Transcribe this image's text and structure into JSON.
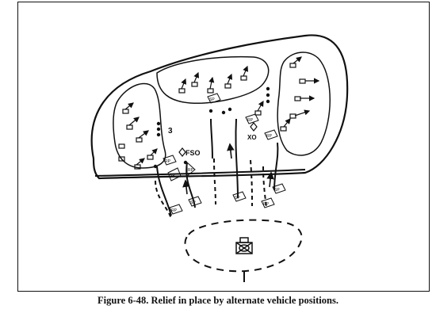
{
  "caption": "Figure 6-48. Relief in place by alternate vehicle positions.",
  "labels": {
    "fso": "FSO",
    "xo": "XO",
    "sp": "SP",
    "rp": "RP",
    "three": "3"
  },
  "colors": {
    "ink": "#111111",
    "background": "#ffffff"
  }
}
